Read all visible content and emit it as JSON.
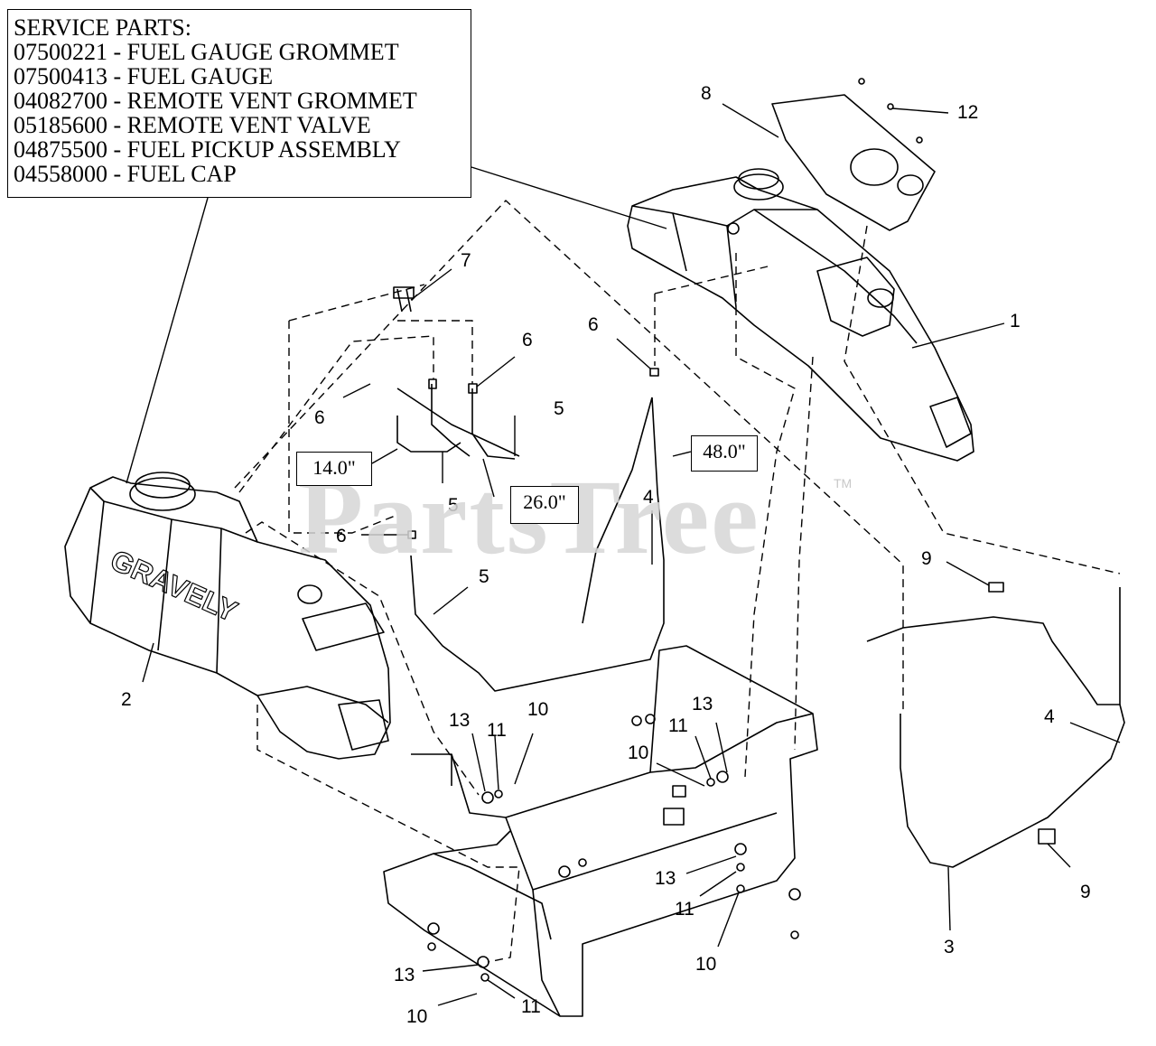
{
  "service_parts": {
    "heading": "SERVICE PARTS:",
    "items": [
      "07500221 - FUEL GAUGE GROMMET",
      "07500413 - FUEL GAUGE",
      "04082700 - REMOTE VENT GROMMET",
      "05185600 - REMOTE VENT VALVE",
      "04875500 - FUEL PICKUP ASSEMBLY",
      "04558000 - FUEL CAP"
    ]
  },
  "dimensions": [
    "14.0\"",
    "26.0\"",
    "48.0\""
  ],
  "watermark": {
    "text": "PartsTree",
    "mark": "TM"
  },
  "callouts": {
    "c1": "1",
    "c2": "2",
    "c3": "3",
    "c4a": "4",
    "c4b": "4",
    "c5a": "5",
    "c5b": "5",
    "c5c": "5",
    "c6a": "6",
    "c6b": "6",
    "c6c": "6",
    "c6d": "6",
    "c7": "7",
    "c8": "8",
    "c9a": "9",
    "c9b": "9",
    "c10a": "10",
    "c10b": "10",
    "c10c": "10",
    "c10d": "10",
    "c11a": "11",
    "c11b": "11",
    "c11c": "11",
    "c11d": "11",
    "c12": "12",
    "c13a": "13",
    "c13b": "13",
    "c13c": "13",
    "c13d": "13"
  },
  "tank_brand": "GRAVELY",
  "colors": {
    "ink": "#000000",
    "watermark": "#d6d6d6"
  }
}
